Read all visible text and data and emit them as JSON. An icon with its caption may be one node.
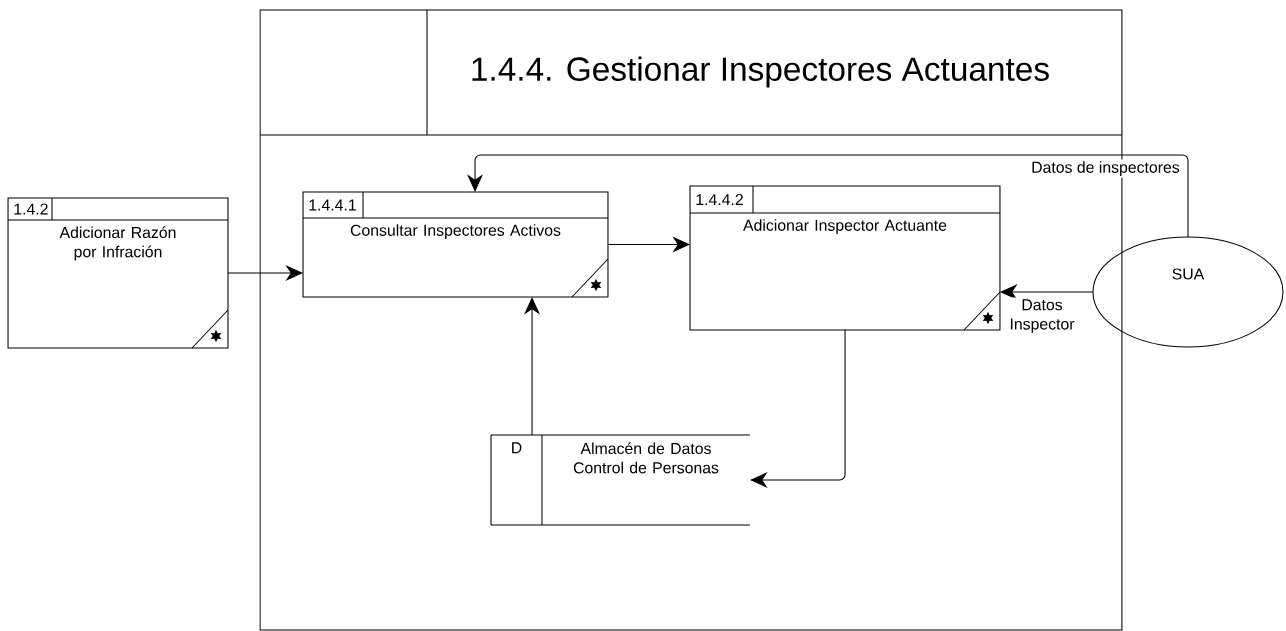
{
  "diagram": {
    "nodes": [
      {
        "text": [
          "1.4.4. Gestionar Inspectores Actuantes"
        ]
      },
      {
        "text": [
          "1.4.2",
          "Adicionar Razón por Infración"
        ]
      },
      {
        "text": [
          "1.4.4.1",
          "Consultar Inspectores Activos"
        ],
        "in": 0
      },
      {
        "text": [
          "1.4.4.2",
          "Adicionar Inspector Actuante"
        ],
        "in": 0
      },
      {
        "text": [
          "D",
          "Almacén de Datos Control de Personas"
        ],
        "in": 0
      },
      {
        "text": [
          "SUA"
        ]
      }
    ],
    "edges": [
      {
        "from": 1,
        "to": 2,
        "arrow": "to"
      },
      {
        "from": 2,
        "to": 3,
        "arrow": "to"
      },
      {
        "from": 5,
        "to": 2,
        "arrow": "to",
        "label": "Datos de inspectores"
      },
      {
        "from": 5,
        "to": 3,
        "arrow": "to",
        "label": "Datos Inspector"
      },
      {
        "from": 4,
        "to": 2,
        "arrow": "to"
      },
      {
        "from": 3,
        "to": 4,
        "arrow": "to"
      }
    ]
  }
}
